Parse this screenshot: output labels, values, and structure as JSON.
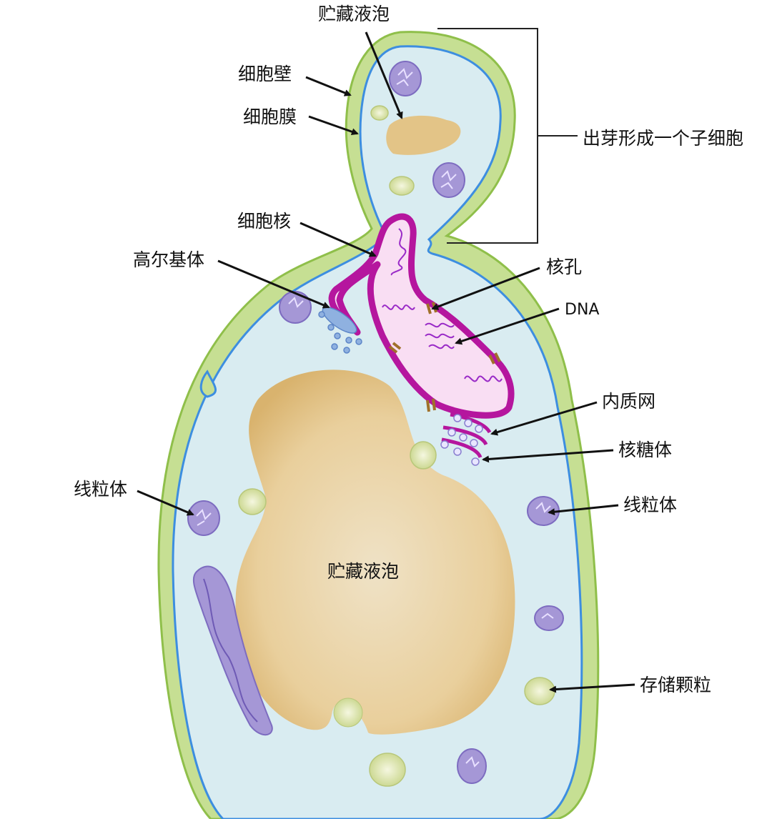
{
  "labels": {
    "bud_vacuole": "贮藏液泡",
    "cell_wall": "细胞壁",
    "cell_membrane": "细胞膜",
    "budding": "出芽形成一个子细胞",
    "nucleus": "细胞核",
    "golgi": "高尔基体",
    "nuclear_pore": "核孔",
    "dna": "DNA",
    "er": "内质网",
    "ribosome": "核糖体",
    "mito_left": "线粒体",
    "mito_right": "线粒体",
    "main_vacuole": "贮藏液泡",
    "storage_granule": "存储颗粒"
  },
  "colors": {
    "cell_wall": "#c6df93",
    "wall_edge": "#8fbf4a",
    "membrane": "#3d8ee0",
    "cytoplasm": "#d9ecf1",
    "vacuole": "#e6c68a",
    "nucleus_edge": "#b5169e",
    "nucleus_fill": "#f9def3",
    "mitochondria": "#a597d6",
    "granule": "#dfe8b0"
  }
}
